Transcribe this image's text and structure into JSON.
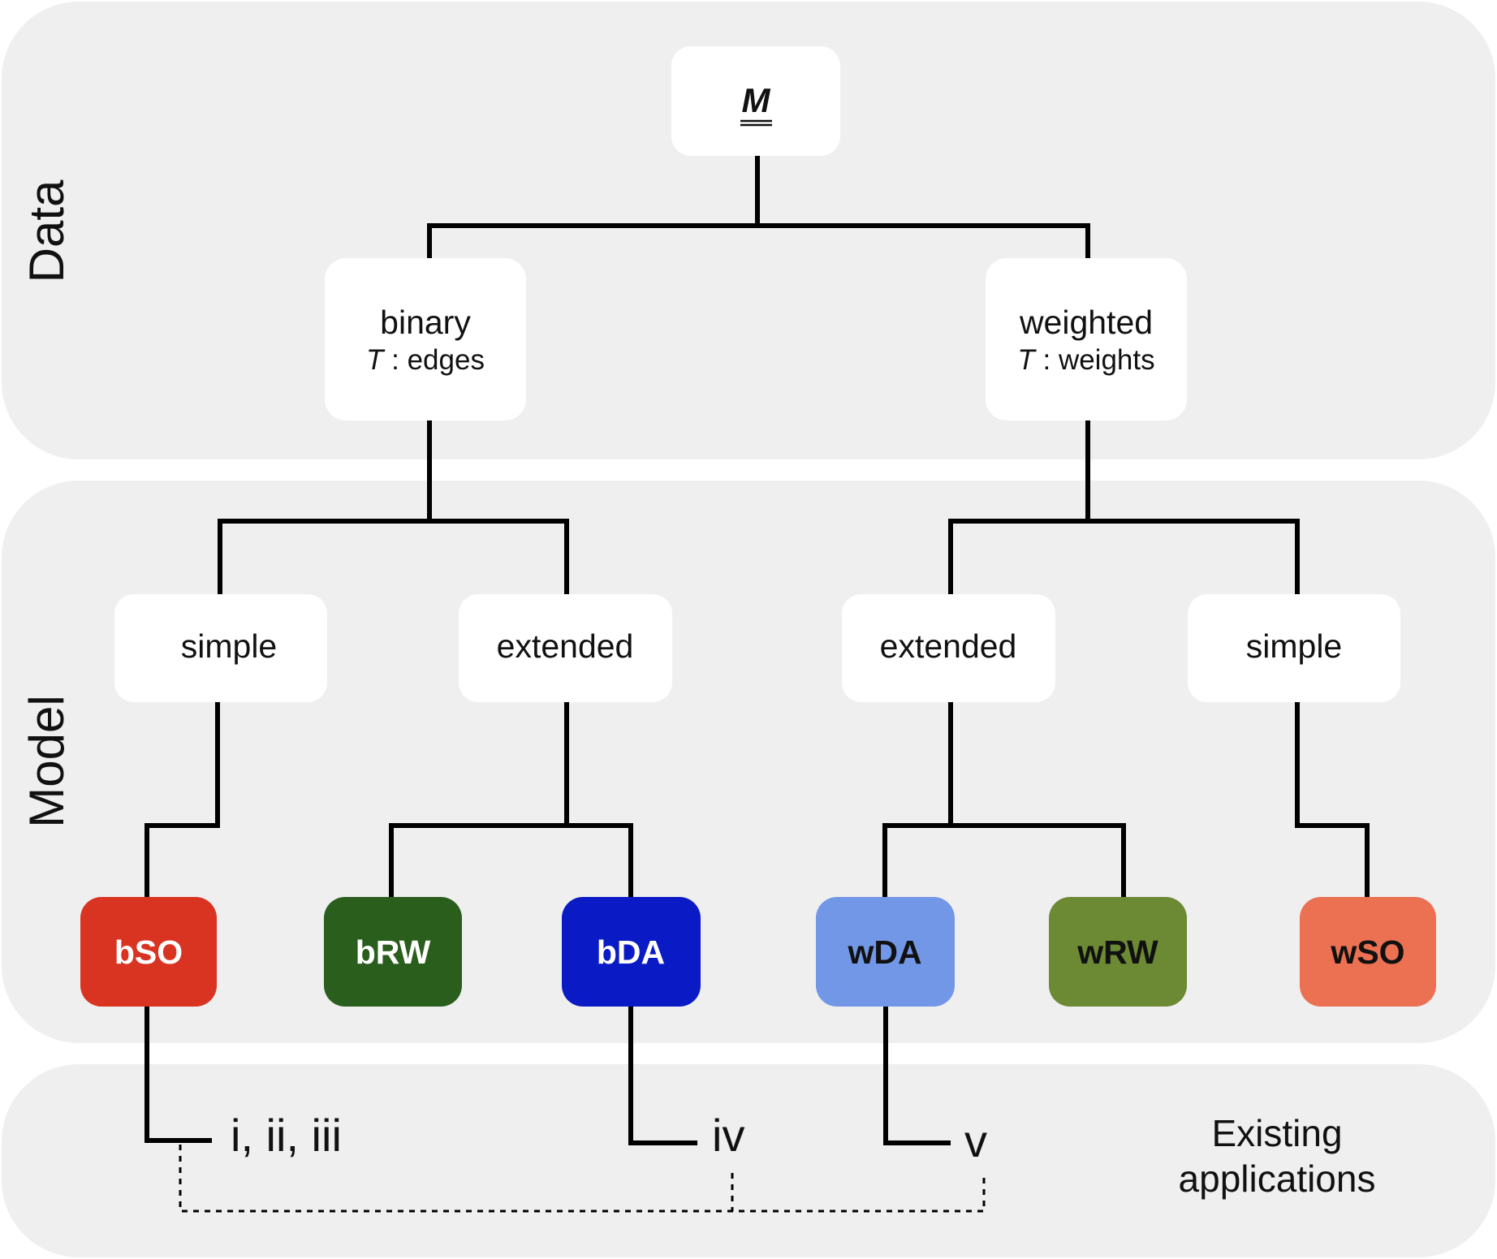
{
  "bands": {
    "data_label": "Data",
    "model_label": "Model"
  },
  "root": {
    "label": "M"
  },
  "data_nodes": {
    "binary": {
      "label": "binary",
      "sub_var": "T",
      "sub_text": " : edges"
    },
    "weighted": {
      "label": "weighted",
      "sub_var": "T",
      "sub_text": " : weights"
    }
  },
  "variant_nodes": {
    "binary_simple": "simple",
    "binary_extended": "extended",
    "weighted_extended": "extended",
    "weighted_simple": "simple"
  },
  "models": {
    "bSO": {
      "label": "bSO",
      "color": "#d93322",
      "text_color": "#ffffff"
    },
    "bRW": {
      "label": "bRW",
      "color": "#2a5e1c",
      "text_color": "#ffffff"
    },
    "bDA": {
      "label": "bDA",
      "color": "#0a1bc6",
      "text_color": "#ffffff"
    },
    "wDA": {
      "label": "wDA",
      "color": "#7297e6",
      "text_color": "#111111"
    },
    "wRW": {
      "label": "wRW",
      "color": "#6c8934",
      "text_color": "#111111"
    },
    "wSO": {
      "label": "wSO",
      "color": "#ec7052",
      "text_color": "#111111"
    }
  },
  "applications": {
    "bSO_refs": "i, ii, iii",
    "bDA_refs": "iv",
    "wDA_refs": "v",
    "existing_line1": "Existing",
    "existing_line2": "applications"
  },
  "colors": {
    "band_bg": "#efefef",
    "node_bg": "#ffffff",
    "line": "#000000"
  }
}
